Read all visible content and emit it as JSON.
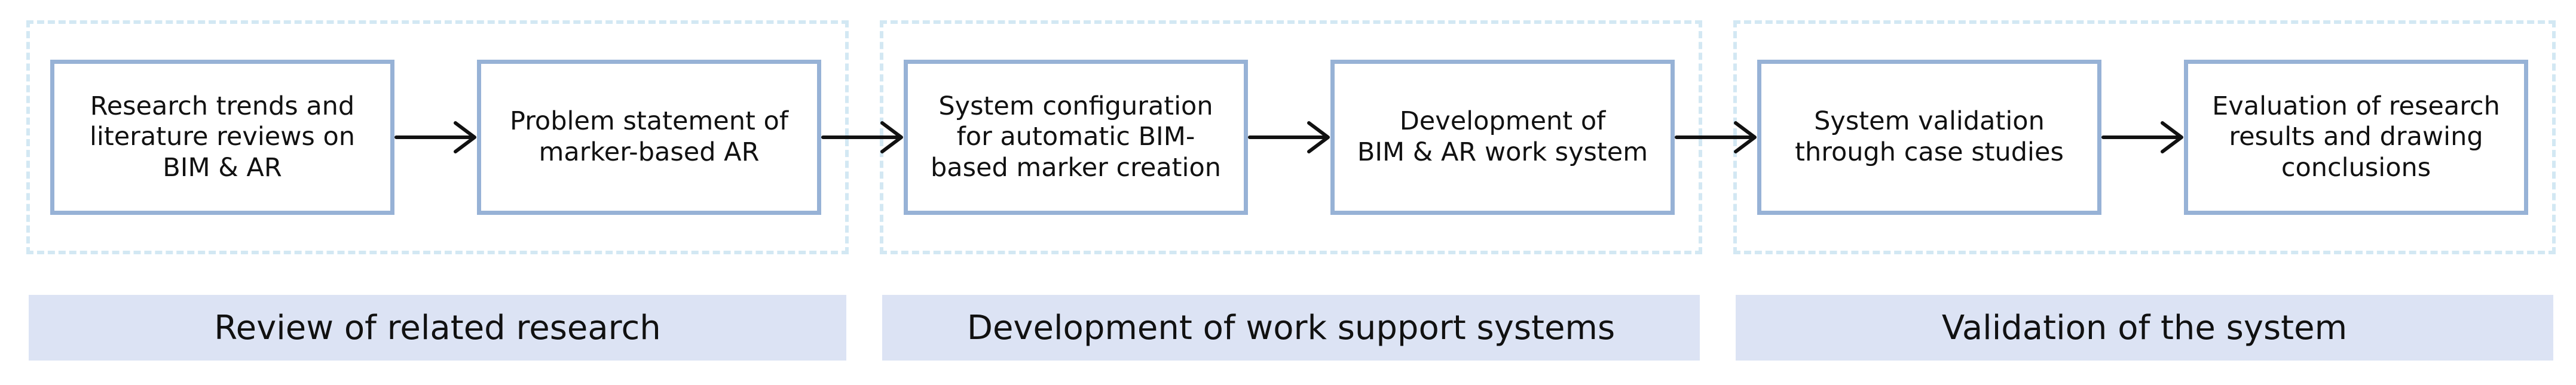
{
  "colors": {
    "frame_dash": "#d3e8f3",
    "box_border": "#97b2d6",
    "label_fill": "#dce3f4",
    "arrow": "#111111",
    "text": "#111111"
  },
  "phases": [
    {
      "label": "Review of related research",
      "steps": [
        "Research trends and\nliterature reviews on\nBIM & AR",
        "Problem statement of\nmarker-based AR"
      ]
    },
    {
      "label": "Development of work support systems",
      "steps": [
        "System configuration\nfor automatic BIM-\nbased marker creation",
        "Development of\nBIM & AR work system"
      ]
    },
    {
      "label": "Validation of the system",
      "steps": [
        "System validation\nthrough case studies",
        "Evaluation of research\nresults and drawing\nconclusions"
      ]
    }
  ]
}
